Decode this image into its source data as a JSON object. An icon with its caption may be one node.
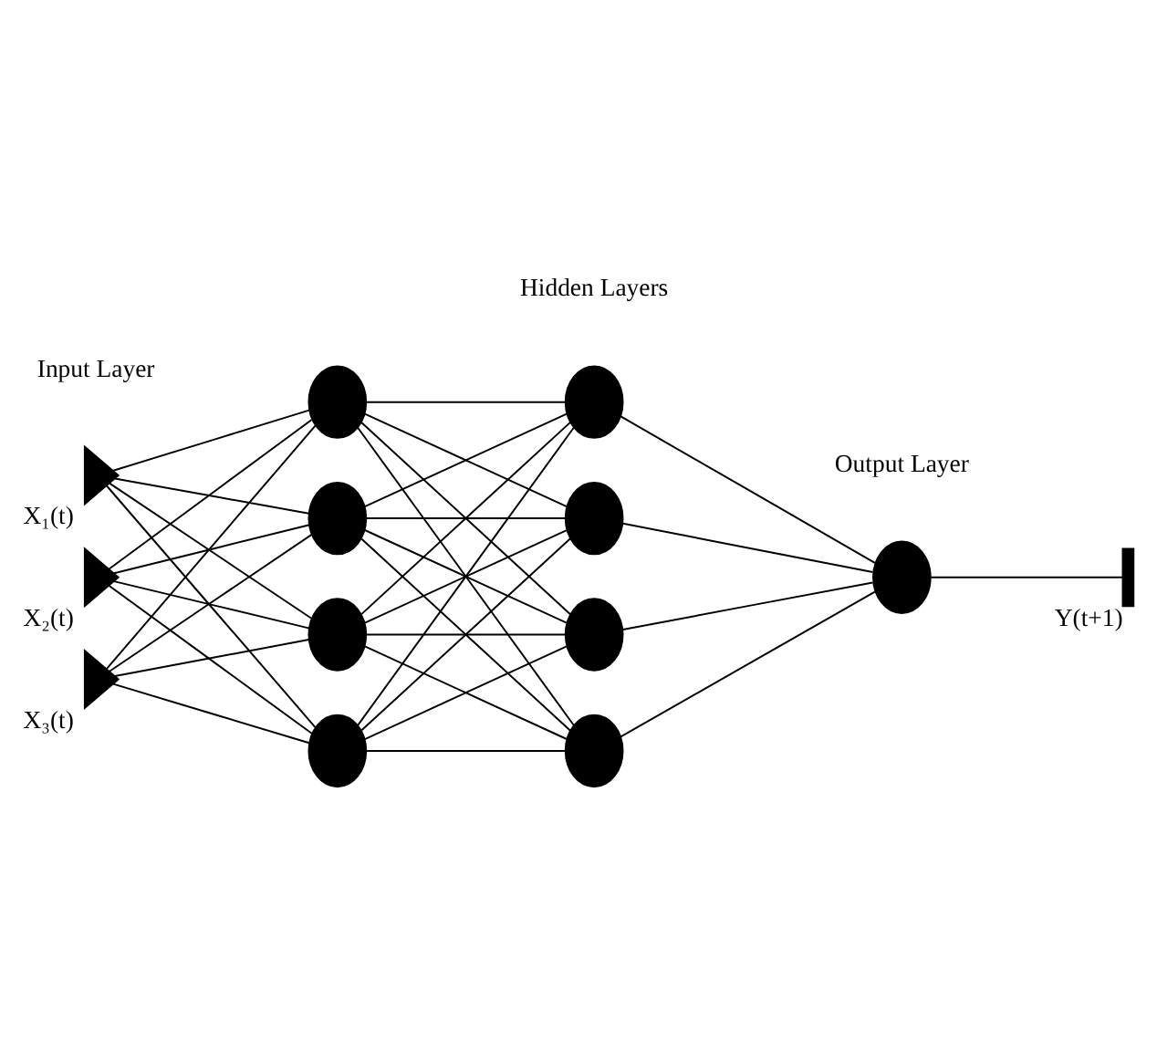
{
  "diagram": {
    "nodes": [
      {
        "text": [],
        "shape": "triangle",
        "beside": [
          "X₁(t)"
        ]
      },
      {
        "text": [],
        "shape": "triangle",
        "beside": [
          "X₂(t)"
        ]
      },
      {
        "text": [],
        "shape": "triangle",
        "beside": [
          "X₃(t)"
        ]
      },
      {
        "text": [],
        "shape": "circle"
      },
      {
        "text": [],
        "shape": "circle"
      },
      {
        "text": [],
        "shape": "circle"
      },
      {
        "text": [],
        "shape": "circle"
      },
      {
        "text": [],
        "shape": "circle"
      },
      {
        "text": [],
        "shape": "circle"
      },
      {
        "text": [],
        "shape": "circle"
      },
      {
        "text": [],
        "shape": "circle"
      },
      {
        "text": [],
        "shape": "circle"
      },
      {
        "text": [],
        "shape": "bar",
        "beside": [
          "Y(t+1)"
        ]
      }
    ],
    "edges": [
      {
        "from": 0,
        "to": 3,
        "arrow": "none"
      },
      {
        "from": 0,
        "to": 4,
        "arrow": "none"
      },
      {
        "from": 0,
        "to": 5,
        "arrow": "none"
      },
      {
        "from": 0,
        "to": 6,
        "arrow": "none"
      },
      {
        "from": 1,
        "to": 3,
        "arrow": "none"
      },
      {
        "from": 1,
        "to": 4,
        "arrow": "none"
      },
      {
        "from": 1,
        "to": 5,
        "arrow": "none"
      },
      {
        "from": 1,
        "to": 6,
        "arrow": "none"
      },
      {
        "from": 2,
        "to": 3,
        "arrow": "none"
      },
      {
        "from": 2,
        "to": 4,
        "arrow": "none"
      },
      {
        "from": 2,
        "to": 5,
        "arrow": "none"
      },
      {
        "from": 2,
        "to": 6,
        "arrow": "none"
      },
      {
        "from": 3,
        "to": 7,
        "arrow": "none"
      },
      {
        "from": 3,
        "to": 8,
        "arrow": "none"
      },
      {
        "from": 3,
        "to": 9,
        "arrow": "none"
      },
      {
        "from": 3,
        "to": 10,
        "arrow": "none"
      },
      {
        "from": 4,
        "to": 7,
        "arrow": "none"
      },
      {
        "from": 4,
        "to": 8,
        "arrow": "none"
      },
      {
        "from": 4,
        "to": 9,
        "arrow": "none"
      },
      {
        "from": 4,
        "to": 10,
        "arrow": "none"
      },
      {
        "from": 5,
        "to": 7,
        "arrow": "none"
      },
      {
        "from": 5,
        "to": 8,
        "arrow": "none"
      },
      {
        "from": 5,
        "to": 9,
        "arrow": "none"
      },
      {
        "from": 5,
        "to": 10,
        "arrow": "none"
      },
      {
        "from": 6,
        "to": 7,
        "arrow": "none"
      },
      {
        "from": 6,
        "to": 8,
        "arrow": "none"
      },
      {
        "from": 6,
        "to": 9,
        "arrow": "none"
      },
      {
        "from": 6,
        "to": 10,
        "arrow": "none"
      },
      {
        "from": 7,
        "to": 11,
        "arrow": "none"
      },
      {
        "from": 8,
        "to": 11,
        "arrow": "none"
      },
      {
        "from": 9,
        "to": 11,
        "arrow": "none"
      },
      {
        "from": 10,
        "to": 11,
        "arrow": "none"
      },
      {
        "from": 11,
        "to": 12,
        "arrow": "none"
      }
    ],
    "labels": [
      "Input Layer",
      "Hidden Layers",
      "Output Layer"
    ]
  }
}
